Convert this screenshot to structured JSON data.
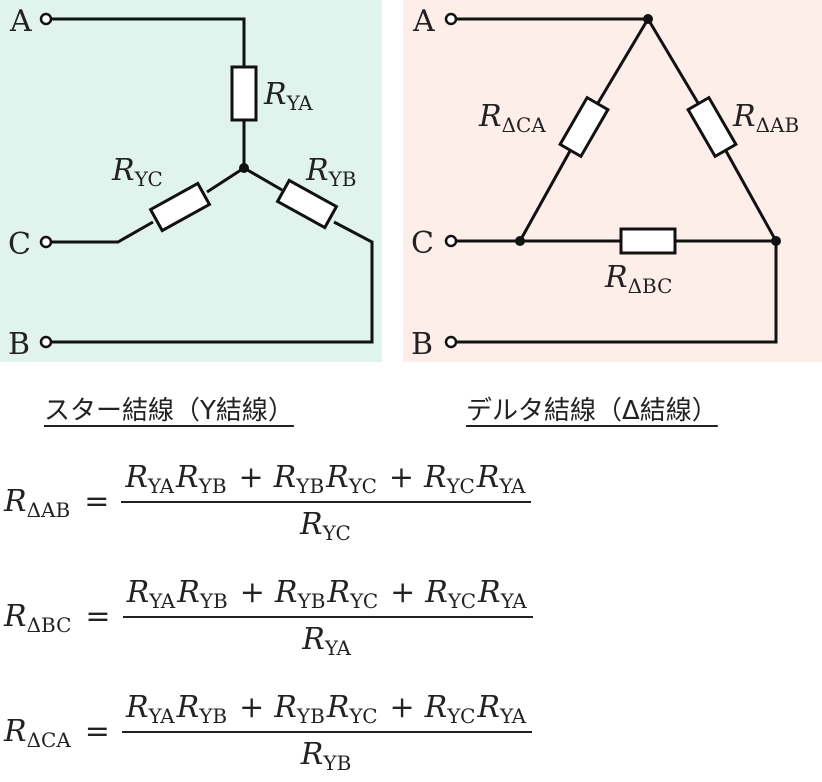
{
  "star": {
    "bg": "#e0f3ec",
    "terminals": [
      "A",
      "C",
      "B"
    ],
    "resistors": [
      {
        "name": "R",
        "sub": "YA"
      },
      {
        "name": "R",
        "sub": "YC"
      },
      {
        "name": "R",
        "sub": "YB"
      }
    ],
    "caption": "スター結線（Y結線）"
  },
  "delta": {
    "bg": "#fdeee9",
    "terminals": [
      "A",
      "C",
      "B"
    ],
    "resistors": [
      {
        "name": "R",
        "sub": "ΔCA"
      },
      {
        "name": "R",
        "sub": "ΔAB"
      },
      {
        "name": "R",
        "sub": "ΔBC"
      }
    ],
    "caption": "デルタ結線（Δ結線）"
  },
  "equations": [
    {
      "lhs_sub": "ΔAB",
      "num": [
        "YA",
        "YB",
        "YB",
        "YC",
        "YC",
        "YA"
      ],
      "den_sub": "YC"
    },
    {
      "lhs_sub": "ΔBC",
      "num": [
        "YA",
        "YB",
        "YB",
        "YC",
        "YC",
        "YA"
      ],
      "den_sub": "YA"
    },
    {
      "lhs_sub": "ΔCA",
      "num": [
        "YA",
        "YB",
        "YB",
        "YC",
        "YC",
        "YA"
      ],
      "den_sub": "YB"
    }
  ],
  "symbols": {
    "R": "R",
    "plus": "+",
    "equals": "="
  }
}
